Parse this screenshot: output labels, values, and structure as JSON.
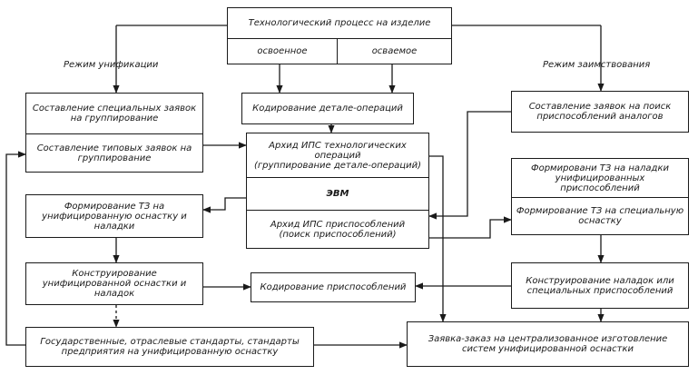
{
  "nodes": {
    "process": "Технологический процесс на изделие",
    "mastered": "освоенное",
    "being_mastered": "осваемое",
    "unif_mode": "Режим унификации",
    "borrow_mode": "Режим заимствования",
    "special_requests": "Составление специальных заявок на группирование",
    "typical_requests": "Составление типовых заявок на группирование",
    "coding_parts": "Кодирование детале-операций",
    "analog_requests": "Составление заявок на поиск приспособлений аналогов",
    "archive_tech": "Архид ИПС технологических операций",
    "archive_tech_sub": "(группирование детале-операций)",
    "computer": "ЭВМ",
    "archive_fixtures": "Архид ИПС приспособлений",
    "archive_fixtures_sub": "(поиск приспособлений)",
    "tz_unified": "Формирование ТЗ на унифицированную оснастку и наладки",
    "tz_setups": "Формировани ТЗ на наладки унифицированных приспособлений",
    "tz_special": "Формирование ТЗ на специальную оснастку",
    "design_unified": "Конструирование унифицированной оснастки и наладок",
    "coding_fixtures": "Кодирование приспособлений",
    "design_setups": "Конструирование наладок или специальных приспособлений",
    "standards": "Государственные, отраслевые стандарты, стандарты предприятия на унифицированную оснастку",
    "order": "Заявка-заказ на централизованное изготовление систем унифицированной оснастки"
  }
}
